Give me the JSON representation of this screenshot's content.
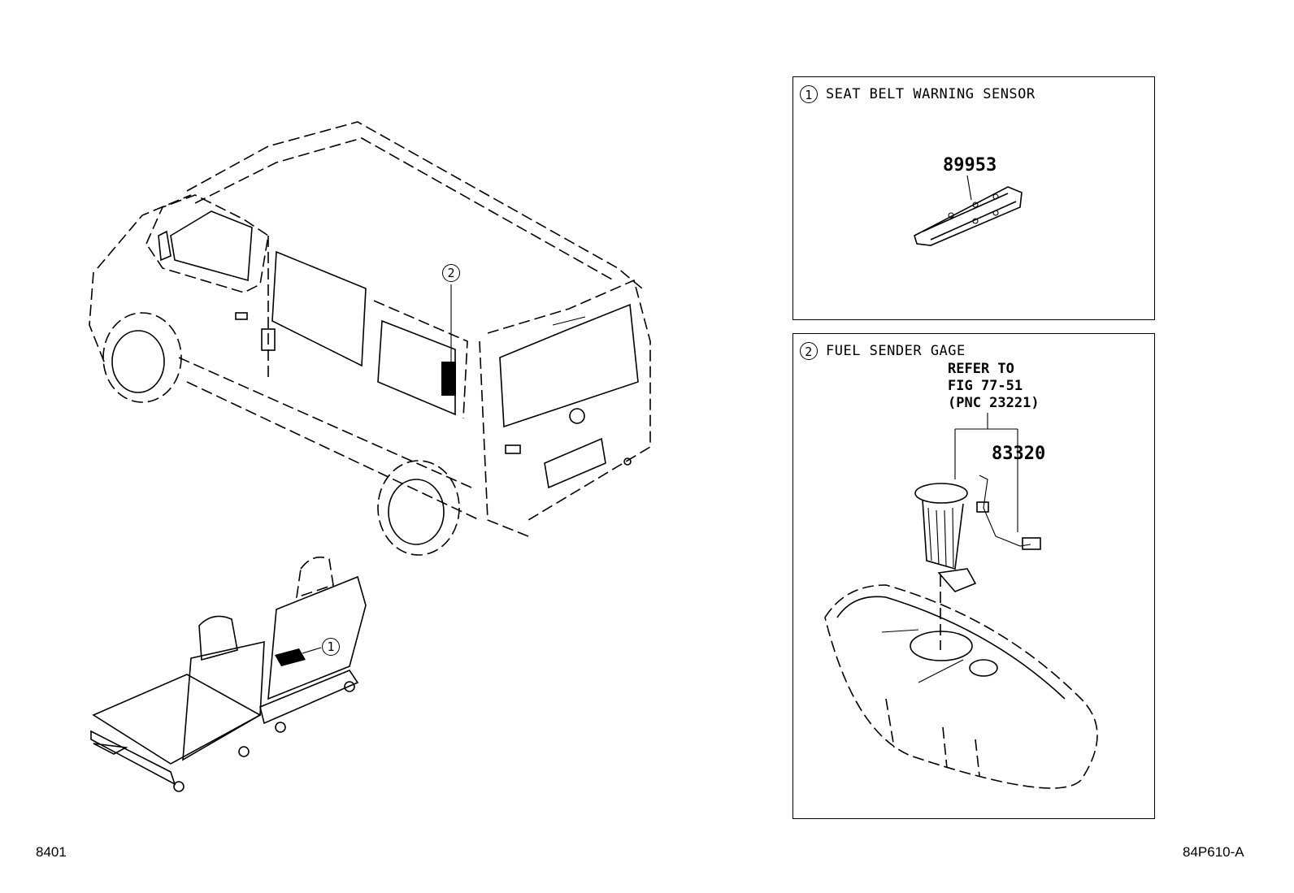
{
  "panels": [
    {
      "number": "1",
      "title": "SEAT BELT WARNING SENSOR",
      "part_number": "89953"
    },
    {
      "number": "2",
      "title": "FUEL SENDER GAGE",
      "part_number": "83320",
      "reference": "REFER TO\nFIG 77-51\n(PNC 23221)"
    }
  ],
  "callouts": {
    "van_marker": "2",
    "seat_marker": "1"
  },
  "footer": {
    "page_code": "8401",
    "figure_code": "84P610-A"
  }
}
